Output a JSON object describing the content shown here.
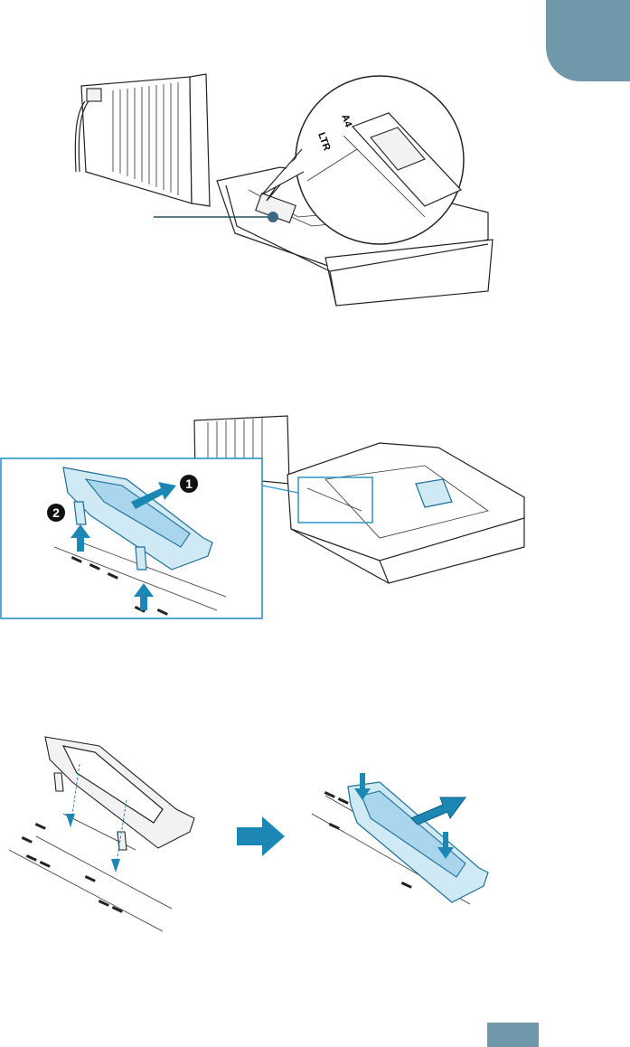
{
  "chapter_tab": {
    "color": "#6f98aa"
  },
  "figure1": {
    "tray_labels": [
      "A4",
      "LTR"
    ],
    "callout_line_color": "#1f4f66"
  },
  "figure2": {
    "step_markers": [
      "1",
      "2"
    ],
    "frame_color": "#2a93c8",
    "arrow_color": "#1c87b5"
  },
  "figure3": {
    "transition_arrow": "right-arrow-icon",
    "arrow_color": "#1c87b5"
  },
  "page_number_box": {
    "color": "#6f98aa"
  }
}
